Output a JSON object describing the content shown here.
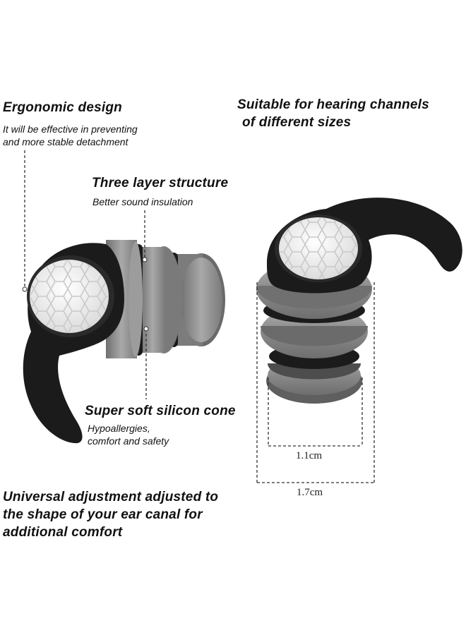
{
  "callouts": {
    "ergonomic": {
      "title": "Ergonomic design",
      "desc_line1": "It will be effective in preventing",
      "desc_line2": "and more stable detachment"
    },
    "suitable": {
      "line1": "Suitable for hearing channels",
      "line2": "of different sizes"
    },
    "three_layer": {
      "title": "Three layer structure",
      "desc": "Better sound insulation"
    },
    "silicon": {
      "title": "Super soft silicon cone",
      "desc_line1": "Hypoallergies,",
      "desc_line2": "comfort and safety"
    },
    "universal": {
      "line1": "Universal adjustment adjusted to",
      "line2": "the shape of your ear canal for",
      "line3": "additional comfort"
    }
  },
  "dimensions": {
    "inner": "1.1cm",
    "outer": "1.7cm"
  },
  "colors": {
    "earplug_body": "#1b1b1b",
    "silicone_tip": "#8f8f8f",
    "cap": "#f0f0f0"
  }
}
